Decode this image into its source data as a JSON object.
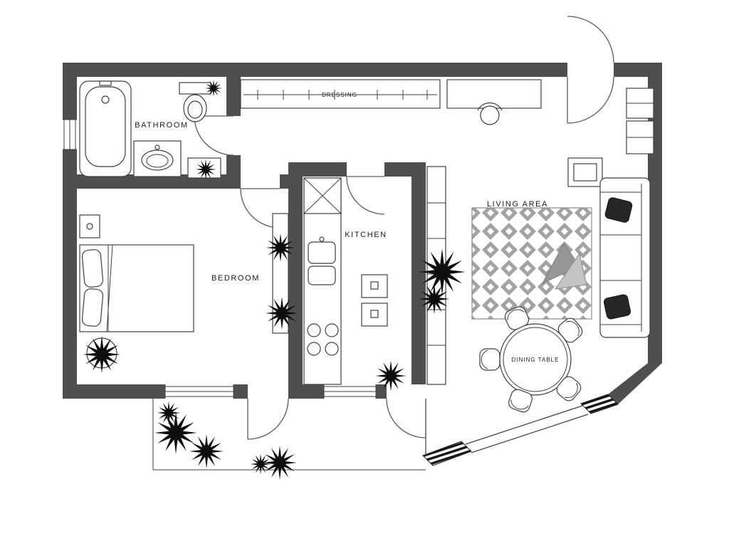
{
  "title": "apartment-floor-plan",
  "labels": {
    "bathroom": "BATHROOM",
    "dressing": "DRESSING",
    "bedroom": "BEDROOM",
    "kitchen": "KITCHEN",
    "living_area": "LIVING AREA",
    "dining_table": "DINING TABLE"
  },
  "colors": {
    "wall": "#4f4f4f",
    "line": "#3f3f3f",
    "rug_fill": "#a3a3a3",
    "plant": "#0e0e0e",
    "lounge_chair_gray": "#969696",
    "background": "#ffffff"
  }
}
